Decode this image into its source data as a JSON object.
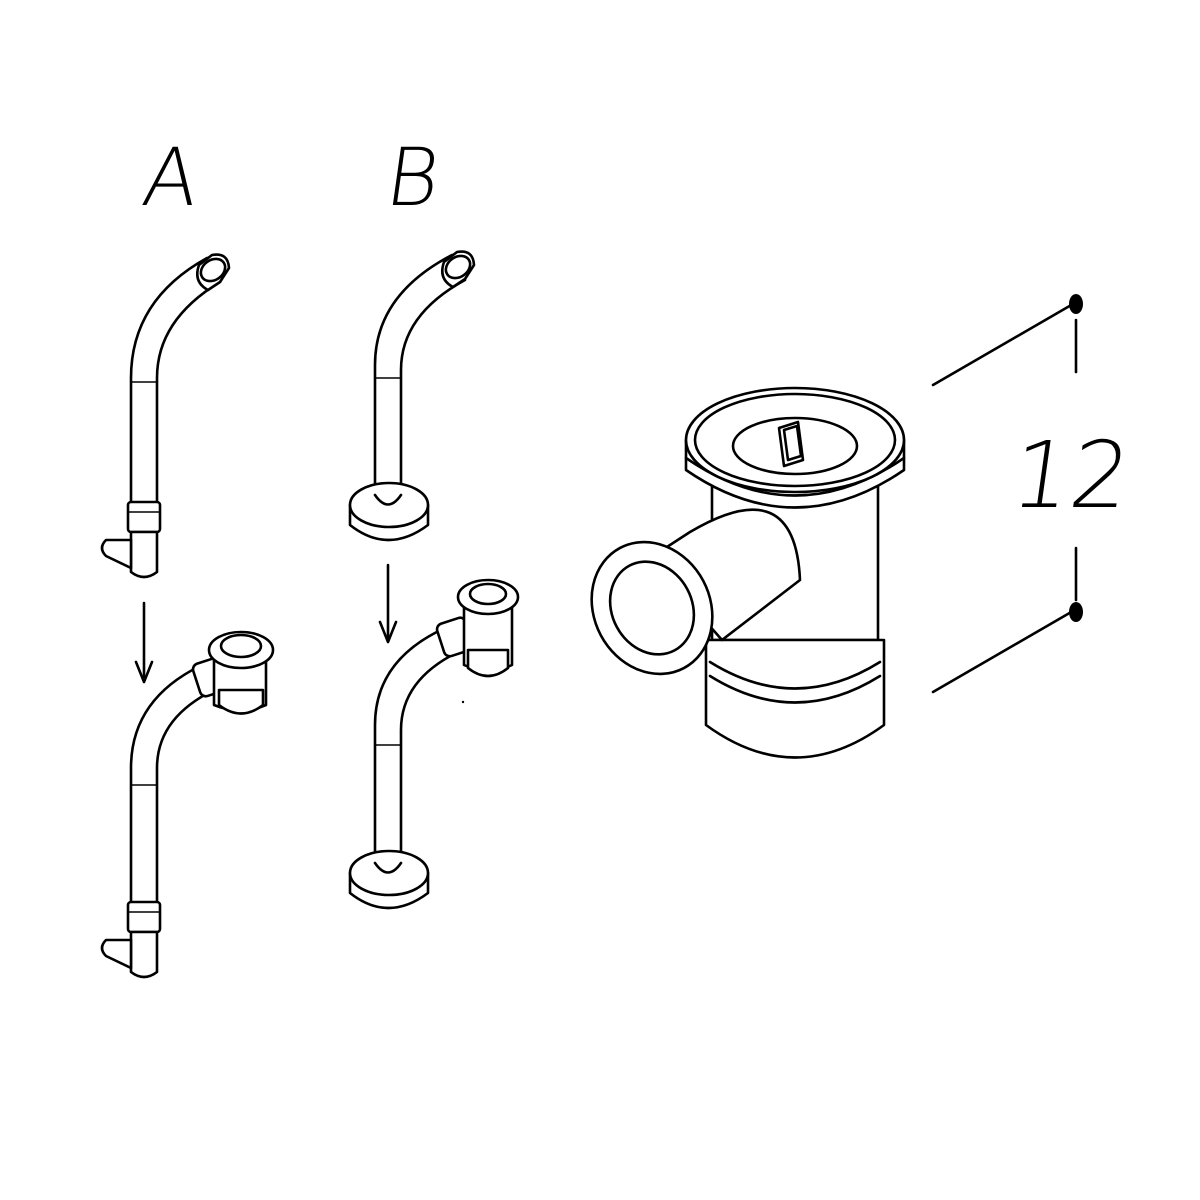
{
  "labels": {
    "variant_a": "A",
    "variant_b": "B",
    "dimension": "12"
  },
  "colors": {
    "line": "#000000",
    "background": "#ffffff"
  }
}
